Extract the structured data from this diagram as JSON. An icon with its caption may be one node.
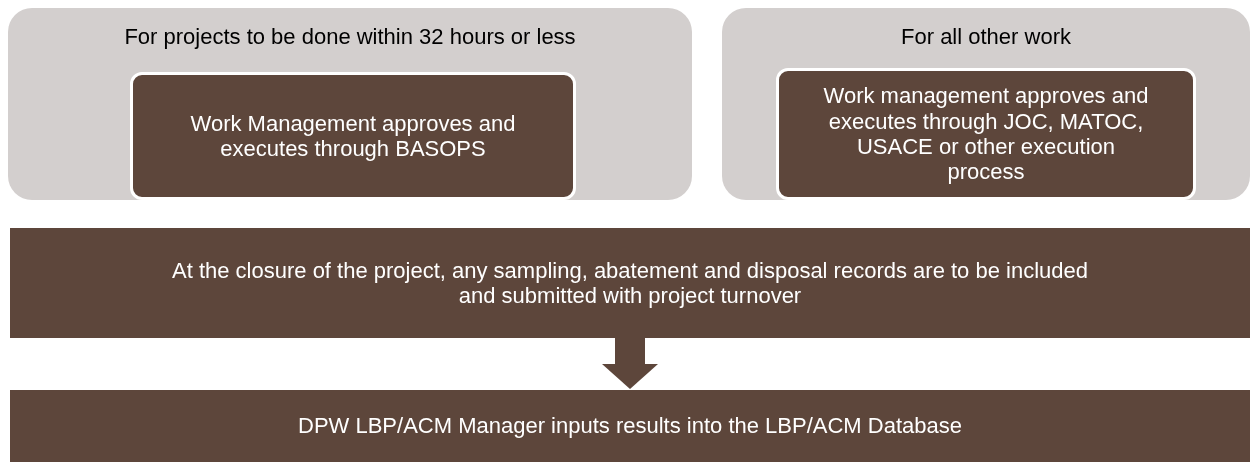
{
  "diagram": {
    "nodes": [
      {
        "text": [
          "For projects to be done within 32 hours or less"
        ]
      },
      {
        "text": [
          "Work Management approves and executes through BASOPS"
        ],
        "in": 0
      },
      {
        "text": [
          "For all other work"
        ]
      },
      {
        "text": [
          "Work management approves and executes through JOC, MATOC, USACE or other execution process"
        ],
        "in": 2
      },
      {
        "text": [
          "At the closure of the project, any sampling, abatement and disposal records are to be included and submitted with project turnover"
        ]
      },
      {
        "text": [
          "DPW LBP/ACM Manager inputs results into the LBP/ACM Database"
        ]
      }
    ],
    "edges": [
      {
        "from": 4,
        "to": 5,
        "arrow": "to"
      }
    ]
  }
}
